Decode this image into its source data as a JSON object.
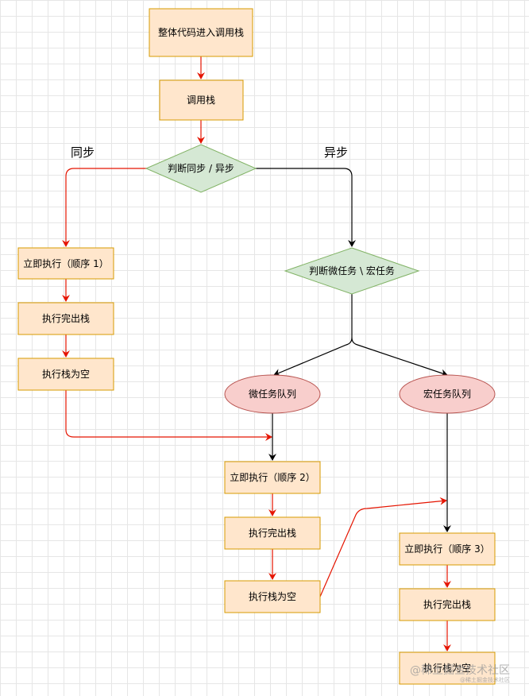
{
  "colors": {
    "box_fill": "#ffe6cc",
    "box_stroke": "#d79b00",
    "diamond_fill": "#d5e8d4",
    "diamond_stroke": "#82b366",
    "ellipse_fill": "#f8cecc",
    "ellipse_stroke": "#b85450",
    "arrow_red": "#e51400",
    "arrow_black": "#000000"
  },
  "nodes": {
    "enter_stack": "整体代码进入调用栈",
    "call_stack": "调用栈",
    "judge_sync": "判断同步 / 异步",
    "sync_label": "同步",
    "async_label": "异步",
    "run_now_1": "立即执行（顺序 1）",
    "finish_stack_1": "执行完出栈",
    "empty_stack_1": "执行栈为空",
    "judge_task": "判断微任务 \\ 宏任务",
    "micro_queue": "微任务队列",
    "macro_queue": "宏任务队列",
    "run_now_2": "立即执行（顺序 2）",
    "finish_stack_2": "执行完出栈",
    "empty_stack_2": "执行栈为空",
    "run_now_3": "立即执行（顺序 3）",
    "finish_stack_3": "执行完出栈",
    "empty_stack_3": "执行栈为空"
  },
  "watermark": {
    "main": "@稀土掘金技术社区",
    "sub": "@稀土掘金技术社区"
  }
}
